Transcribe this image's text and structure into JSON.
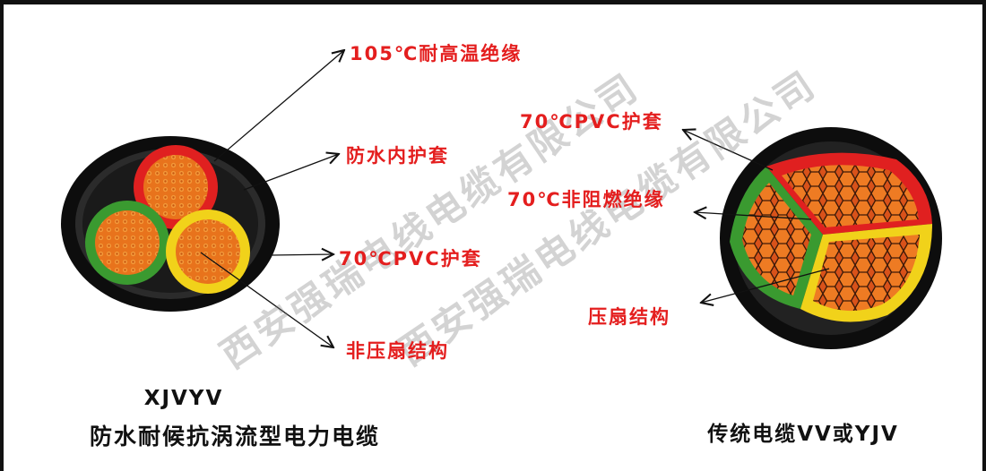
{
  "left_cable": {
    "labels": [
      "105℃耐高温绝缘",
      "防水内护套",
      "70℃PVC护套",
      "非压扇结构"
    ],
    "caption_line1": "XJVYV",
    "caption_line2": "防水耐候抗涡流型电力电缆"
  },
  "right_cable": {
    "labels": [
      "70℃PVC护套",
      "70℃非阻燃绝缘",
      "压扇结构"
    ],
    "caption": "传统电缆VV或YJV"
  },
  "watermark": {
    "text_upper": "西安强瑞电线电缆有限公司",
    "text_lower": "西安强瑞电线电缆有限公司"
  },
  "colors": {
    "label_red": "#e41e1e",
    "core_red": "#e02020",
    "core_green": "#3a9a30",
    "core_yellow": "#f1d21a",
    "copper_orange": "#e8731c",
    "sheath_black": "#0d0d0d"
  }
}
